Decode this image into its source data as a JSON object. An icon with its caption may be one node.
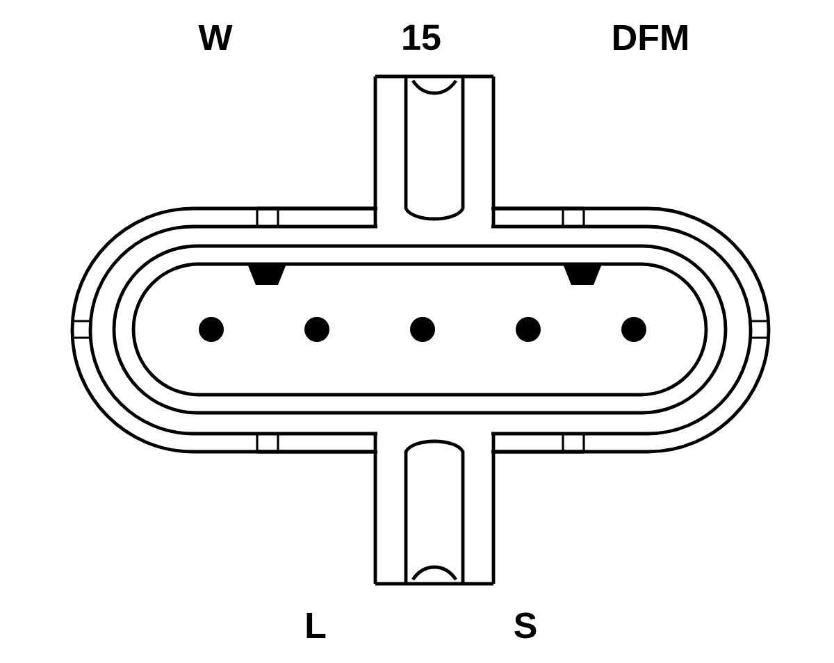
{
  "diagram": {
    "labels": [
      "W",
      "15",
      "DFM",
      "L",
      "S"
    ]
  }
}
